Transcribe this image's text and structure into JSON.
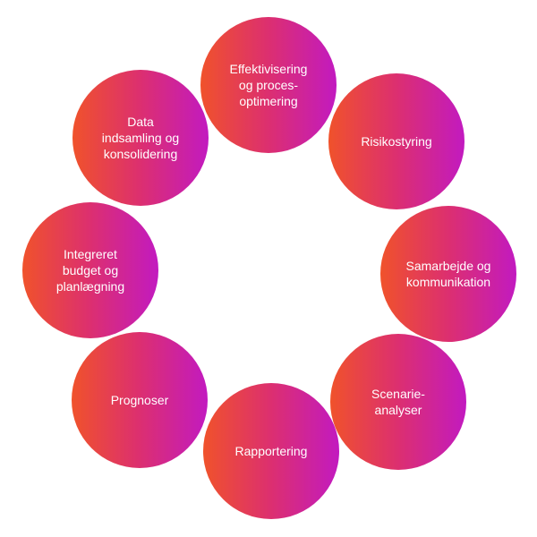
{
  "diagram": {
    "nodes": [
      {
        "label": "Effektivisering\nog proces-\noptimering"
      },
      {
        "label": "Risikostyring"
      },
      {
        "label": "Samarbejde og\nkommunikation"
      },
      {
        "label": "Scenarie-\nanalyser"
      },
      {
        "label": "Rapportering"
      },
      {
        "label": "Prognoser"
      },
      {
        "label": "Integreret\nbudget og\nplanlægning"
      },
      {
        "label": "Data\nindsamling og\nkonsolidering"
      }
    ],
    "colors": {
      "gradient_start": "#f0522b",
      "gradient_mid": "#dc2f70",
      "gradient_end": "#c21ac0",
      "label_text": "#ffffff",
      "background": "#ffffff"
    }
  }
}
